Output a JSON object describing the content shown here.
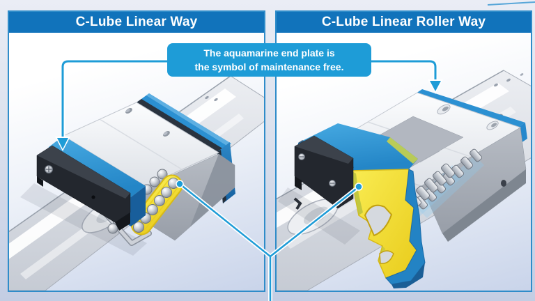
{
  "figure": {
    "type": "product comparison illustration",
    "panels": {
      "left": {
        "title": "C-Lube Linear Way",
        "illustration": "ball-type miniature linear guide on rail with aquamarine end plate, black end seal, two rows of steel balls and yellow C-Lube lubrication element"
      },
      "right": {
        "title": "C-Lube Linear Roller Way",
        "illustration": "roller-type linear guide cutaway showing aquamarine end plate, black end seal, cylindrical roller chains and yellow C-Lube cross-section"
      }
    },
    "callout": {
      "line1": "The aquamarine end plate is",
      "line2": "the symbol of maintenance free."
    },
    "colors": {
      "header_blue": "#1173BB",
      "callout_blue": "#1E9CD7",
      "panel_border_blue": "#2F8CC9",
      "aquamarine_end_plate": "#2E93D4",
      "c_lube_yellow": "#F2DF35",
      "end_seal_black": "#23272E",
      "steel_gray": "#C9CDD4",
      "background_top": "#EAEDF5",
      "background_bottom": "#C3CDE3"
    }
  }
}
